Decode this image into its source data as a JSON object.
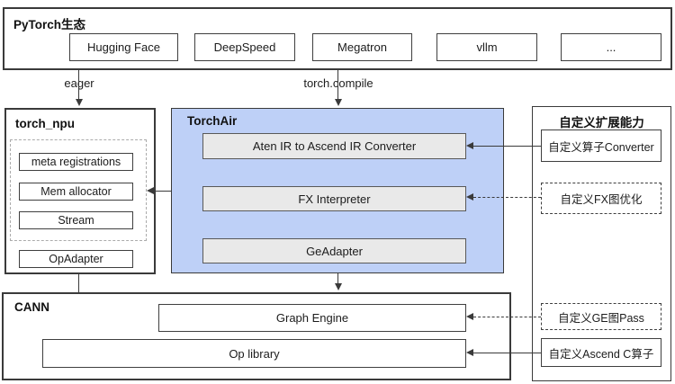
{
  "pytorch": {
    "title": "PyTorch生态",
    "items": [
      "Hugging Face",
      "DeepSpeed",
      "Megatron",
      "vllm",
      "..."
    ]
  },
  "edge_labels": {
    "eager": "eager",
    "compile": "torch.compile"
  },
  "torch_npu": {
    "title": "torch_npu",
    "dashed_items": [
      "meta registrations",
      "Mem allocator",
      "Stream"
    ],
    "adapter": "OpAdapter"
  },
  "torchair": {
    "title": "TorchAir",
    "items": [
      "Aten IR to Ascend IR Converter",
      "FX Interpreter",
      "GeAdapter"
    ]
  },
  "cann": {
    "title": "CANN",
    "graph_engine": "Graph Engine",
    "op_library": "Op library"
  },
  "extension": {
    "title": "自定义扩展能力",
    "converter": "自定义算子Converter",
    "fx_opt": "自定义FX图优化",
    "ge_pass": "自定义GE图Pass",
    "ascend_c": "自定义Ascend C算子"
  },
  "colors": {
    "torchair_fill": "#bed0f7",
    "gray_node_fill": "#e9e9e9",
    "line": "#3a3a3a"
  }
}
